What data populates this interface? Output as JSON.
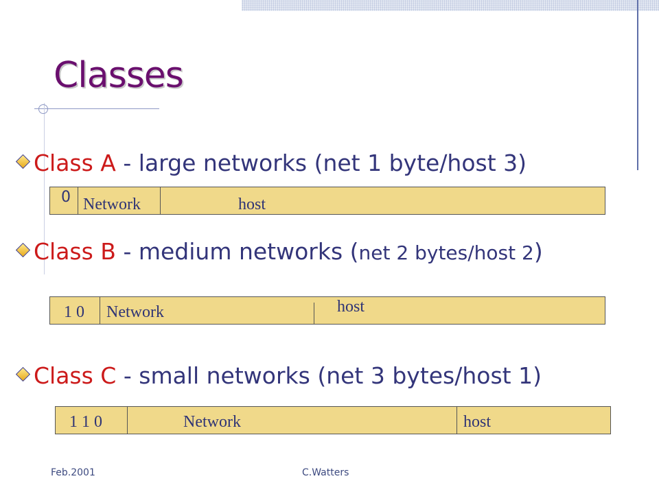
{
  "slide": {
    "title": "Classes",
    "classes": [
      {
        "name": "Class A",
        "desc": " - large networks (net 1 byte/host 3)",
        "desc_small": "",
        "desc_end": "",
        "field": {
          "prefix": "0",
          "network": "Network",
          "host": "host"
        }
      },
      {
        "name": "Class B",
        "desc": " - medium networks (",
        "desc_small": "net 2 bytes/host 2",
        "desc_end": ")",
        "field": {
          "prefix": "1 0",
          "network": "Network",
          "host": "host"
        }
      },
      {
        "name": "Class C",
        "desc": " - small networks (net 3 bytes/host 1)",
        "desc_small": "",
        "desc_end": "",
        "field": {
          "prefix": "1 1 0",
          "network": "Network",
          "host": "host"
        }
      }
    ],
    "footer": {
      "date": "Feb.2001",
      "author": "C.Watters"
    }
  }
}
